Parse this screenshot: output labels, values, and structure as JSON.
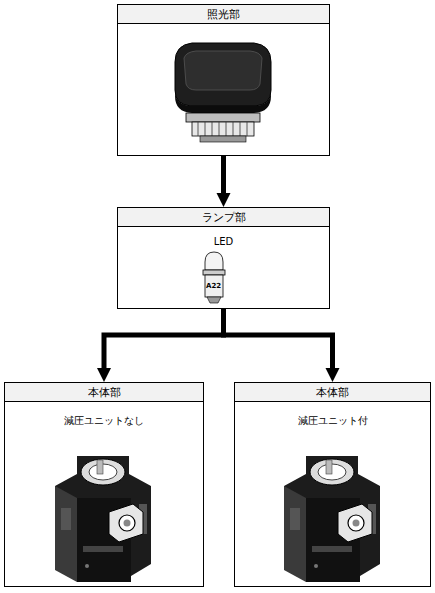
{
  "diagram": {
    "nodes": [
      {
        "text": [
          "照光部"
        ]
      },
      {
        "text": [
          "ランプ部",
          "LED"
        ]
      },
      {
        "text": [
          "本体部",
          "減圧ユニットなし"
        ]
      },
      {
        "text": [
          "本体部",
          "減圧ユニット付"
        ]
      }
    ],
    "edges": [
      {
        "from": 0,
        "to": 1,
        "arrow": "to"
      },
      {
        "from": 1,
        "to": 2,
        "arrow": "to"
      },
      {
        "from": 1,
        "to": 3,
        "arrow": "to"
      }
    ],
    "labels": [
      "A22"
    ]
  }
}
